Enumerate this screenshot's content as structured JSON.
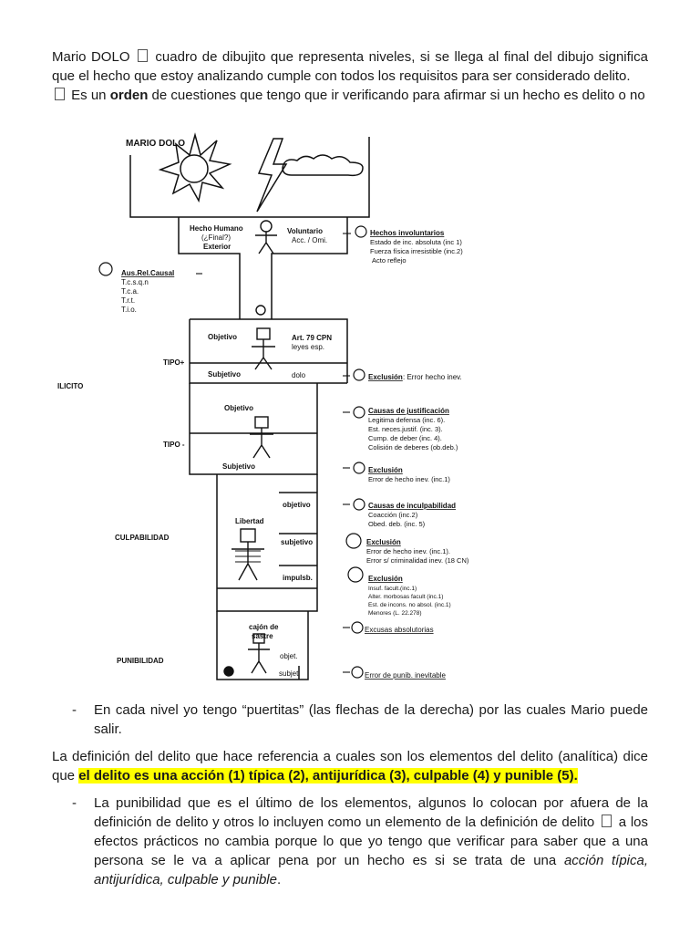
{
  "intro": {
    "line1_a": "Mario DOLO",
    "line1_b": "cuadro de dibujito que representa niveles, si se llega al final del dibujo significa que el hecho que estoy analizando cumple con todos los requisitos para ser considerado delito.",
    "line2_a": "Es un",
    "line2_bold": "orden",
    "line2_b": "de cuestiones que tengo que ir verificando para afirmar si un hecho es delito o no"
  },
  "diagram": {
    "title": "MARIO DOLO",
    "hecho_humano": "Hecho Humano",
    "final": "(¿Final?)",
    "exterior": "Exterior",
    "voluntario": "Voluntario",
    "acc_omi": "Acc. / Omi.",
    "hechos_involuntarios": "Hechos involuntarios",
    "estado_inc": "Estado de inc. absoluta (inc 1)",
    "fuerza_fisica": "Fuerza física irresistible (inc.2)",
    "acto_reflejo": "Acto reflejo",
    "aus_rel_causal": "Aus.Rel.Causal",
    "tcsqn": "T.c.s.q.n",
    "tca": "T.c.a.",
    "trt": "T.r.t.",
    "tio": "T.i.o.",
    "tipo_pos": "TIPO+",
    "objetivo1": "Objetivo",
    "art79": "Art. 79 CPN",
    "leyes_esp": "leyes esp.",
    "subjetivo1": "Subjetivo",
    "dolo": "dolo",
    "exclusion1_label": "Exclusión",
    "exclusion1_text": ": Error hecho inev.",
    "ilicito": "ILICITO",
    "objetivo2": "Objetivo",
    "tipo_neg": "TIPO -",
    "subjetivo2": "Subjetivo",
    "causas_just": "Causas de justificación",
    "legitima": "Legitima defensa (inc. 6).",
    "est_neces": "Est. neces.justif. (inc. 3).",
    "cump_deber": "Cump. de deber (inc. 4).",
    "colision": "Colisión de deberes (ob.deb.)",
    "exclusion2_label": "Exclusión",
    "exclusion2_text": "Error  de hecho inev. (inc.1)",
    "culpabilidad": "CULPABILIDAD",
    "libertad": "Libertad",
    "objetivo3": "objetivo",
    "subjetivo3": "subjetivo",
    "impulsb": "impulsb.",
    "causas_incul": "Causas de inculpabilidad",
    "coaccion": "Coacción (inc.2)",
    "obed_deb": "Obed. deb. (inc. 5)",
    "exclusion3_label": "Exclusión",
    "error_hecho_inev": "Error de hecho inev. (inc.1).",
    "error_criminalidad": "Error s/ criminalidad inev. (18 CN)",
    "exclusion4_label": "Exclusión",
    "insuf": "Insuf. facult.(inc.1)",
    "alter": "Alter. morbosas  facult (inc.1)",
    "est_incons": "Est. de incons. no absol. (inc.1)",
    "menores": "Menores (L. 22.278)",
    "punibilidad": "PUNIBILIDAD",
    "cajon_de": "cajón de",
    "sastre": "sastre",
    "objet": "objet.",
    "subjet": "subjet",
    "excusas": "Excusas absolutorias",
    "error_punib": "Error de  punib. inevitable"
  },
  "bullet1": {
    "dash": "-",
    "text": "En cada nivel yo tengo “puertitas” (las flechas de la derecha) por las cuales Mario puede salir."
  },
  "definition": {
    "text_a": "La definición del delito que hace referencia a cuales son los elementos del delito (analítica) dice que",
    "highlight": "el delito es una acción (1) típica (2), antijurídica (3), culpable (4) y punible (5)."
  },
  "bullet2": {
    "dash": "-",
    "text_a": "La punibilidad que es el último de los elementos, algunos lo colocan por afuera de la definición de delito y otros lo incluyen como un elemento de la definición de delito",
    "text_b": "a los efectos prácticos no cambia porque lo que yo tengo que verificar para saber que a una persona se le va a aplicar pena por un hecho es si se trata de una",
    "italic": "acción típica, antijurídica, culpable y punible",
    "text_c": "."
  }
}
